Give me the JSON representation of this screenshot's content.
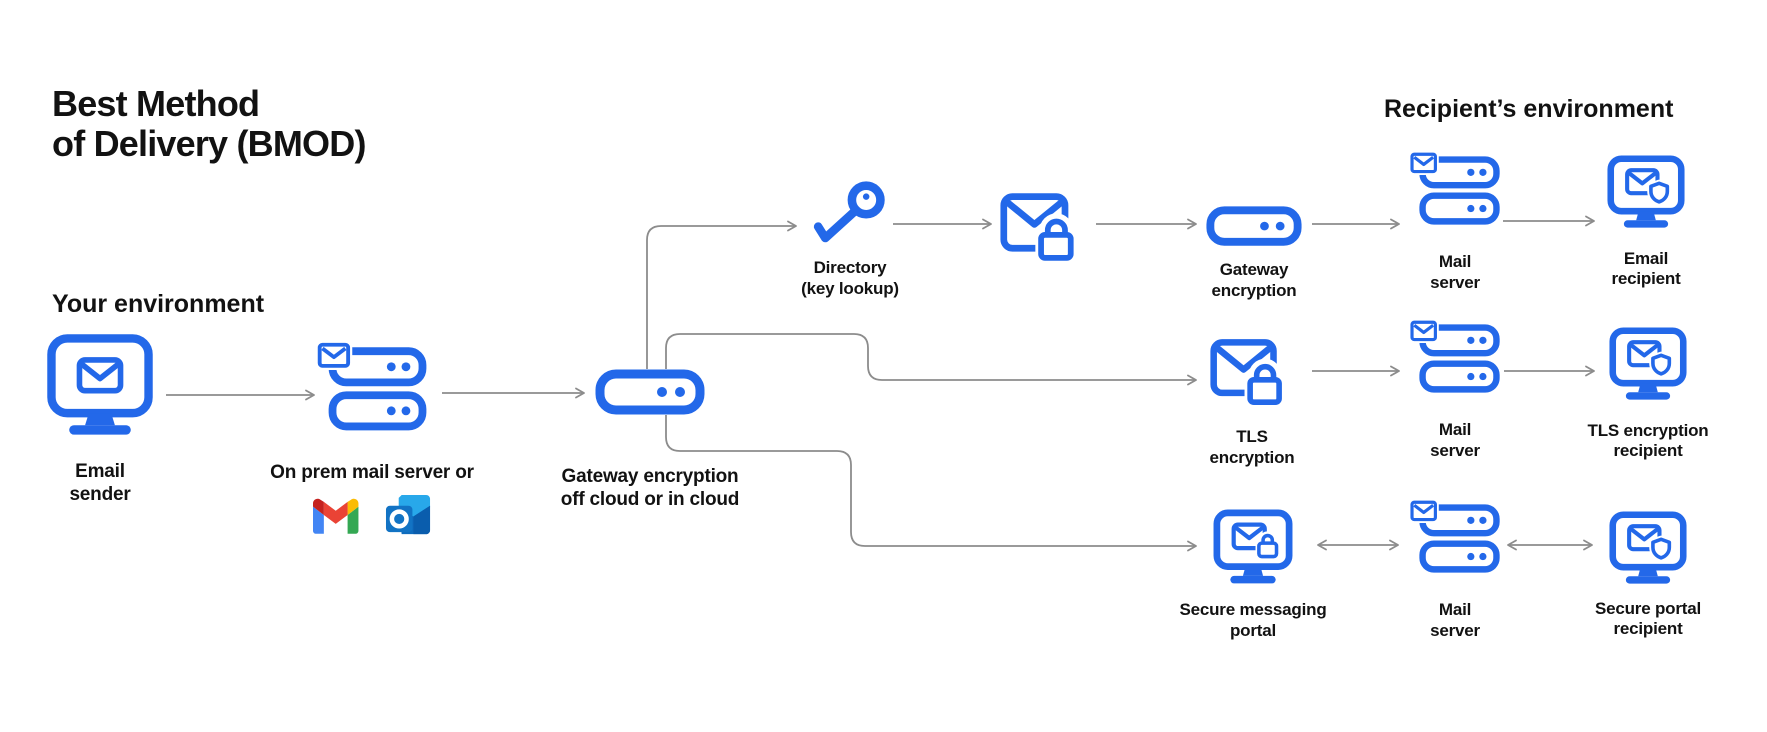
{
  "title": {
    "line1": "Best Method",
    "line2": "of Delivery (BMOD)"
  },
  "sections": {
    "your_environment": "Your environment",
    "recipients_environment": "Recipient’s environment"
  },
  "nodes": {
    "email_sender": {
      "line1": "Email",
      "line2": "sender"
    },
    "on_prem": {
      "label": "On prem mail server or"
    },
    "gateway_central": {
      "line1": "Gateway encryption",
      "line2": "off cloud or in cloud"
    },
    "directory": {
      "line1": "Directory",
      "line2": "(key lookup)"
    },
    "gateway_encryption": {
      "line1": "Gateway",
      "line2": "encryption"
    },
    "mail_server": {
      "line1": "Mail",
      "line2": "server"
    },
    "email_recipient": {
      "line1": "Email",
      "line2": "recipient"
    },
    "tls_encryption": {
      "line1": "TLS",
      "line2": "encryption"
    },
    "tls_recipient": {
      "line1": "TLS encryption",
      "line2": "recipient"
    },
    "secure_portal": {
      "line1": "Secure messaging",
      "line2": "portal"
    },
    "secure_portal_recipient": {
      "line1": "Secure portal",
      "line2": "recipient"
    }
  },
  "icons": {
    "email_sender": "monitor-envelope-icon",
    "on_prem": "mail-server-stack-icon",
    "gateway_central": "server-icon",
    "directory": "key-icon",
    "encrypted_message": "envelope-lock-icon",
    "gateway_encryption": "server-icon",
    "mail_server": "mail-server-stack-icon",
    "recipients": "monitor-envelope-shield-icon",
    "secure_portal": "monitor-envelope-lock-icon",
    "providers": [
      "gmail-icon",
      "outlook-icon"
    ]
  },
  "colors": {
    "icon_blue": "#2368E9",
    "arrow_gray": "#8C8C8C",
    "text": "#121212",
    "background": "#FFFFFF",
    "gmail_red": "#EA4335",
    "gmail_dark_red": "#C5221F",
    "gmail_blue": "#4285F4",
    "gmail_green": "#34A853",
    "gmail_yellow": "#FBBC04",
    "outlook_blue": "#0F6CBD"
  }
}
